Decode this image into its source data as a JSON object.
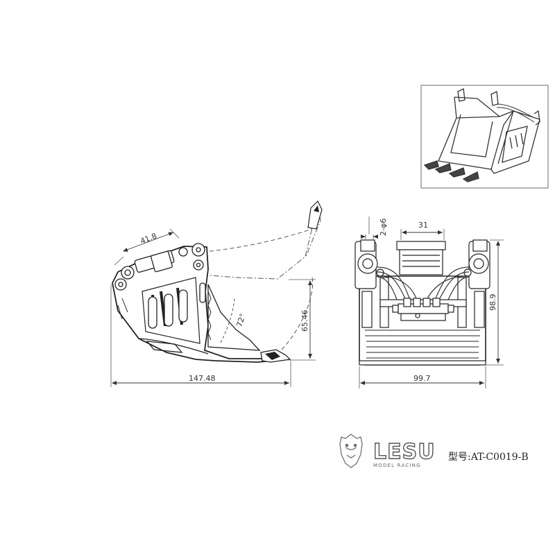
{
  "dimensions": {
    "side_top_width": "41.8",
    "side_height": "65.46",
    "side_length": "147.48",
    "side_angle": "72°",
    "front_pin_dia": "2-φ6",
    "front_top_width": "31",
    "front_height": "98.9",
    "front_width": "99.7"
  },
  "logo": {
    "brand": "LESU",
    "tagline": "MODEL RACING",
    "model_no": "型号:AT-C0019-B"
  }
}
